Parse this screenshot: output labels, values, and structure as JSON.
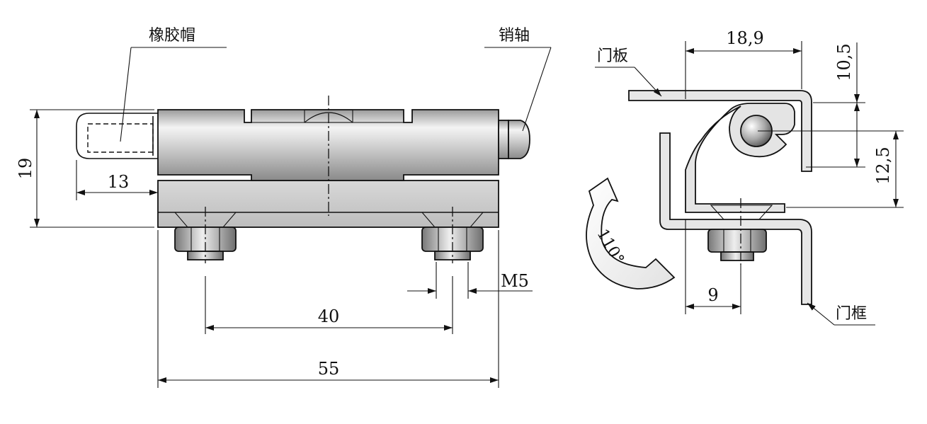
{
  "labels": {
    "rubber_cap": "橡胶帽",
    "pin_shaft": "销轴",
    "door_panel": "门板",
    "door_frame": "门框"
  },
  "dimensions": {
    "height": "19",
    "cap_length": "13",
    "hole_spacing": "40",
    "total_length": "55",
    "thread": "M5",
    "width_top": "18,9",
    "right_top": "10,5",
    "right_mid": "12,5",
    "bottom_offset": "9",
    "angle": "110°"
  },
  "colors": {
    "metal_light": "#e8e8e8",
    "metal_mid": "#b8b8b8",
    "metal_dark": "#7a7a7a",
    "line": "#111111"
  }
}
